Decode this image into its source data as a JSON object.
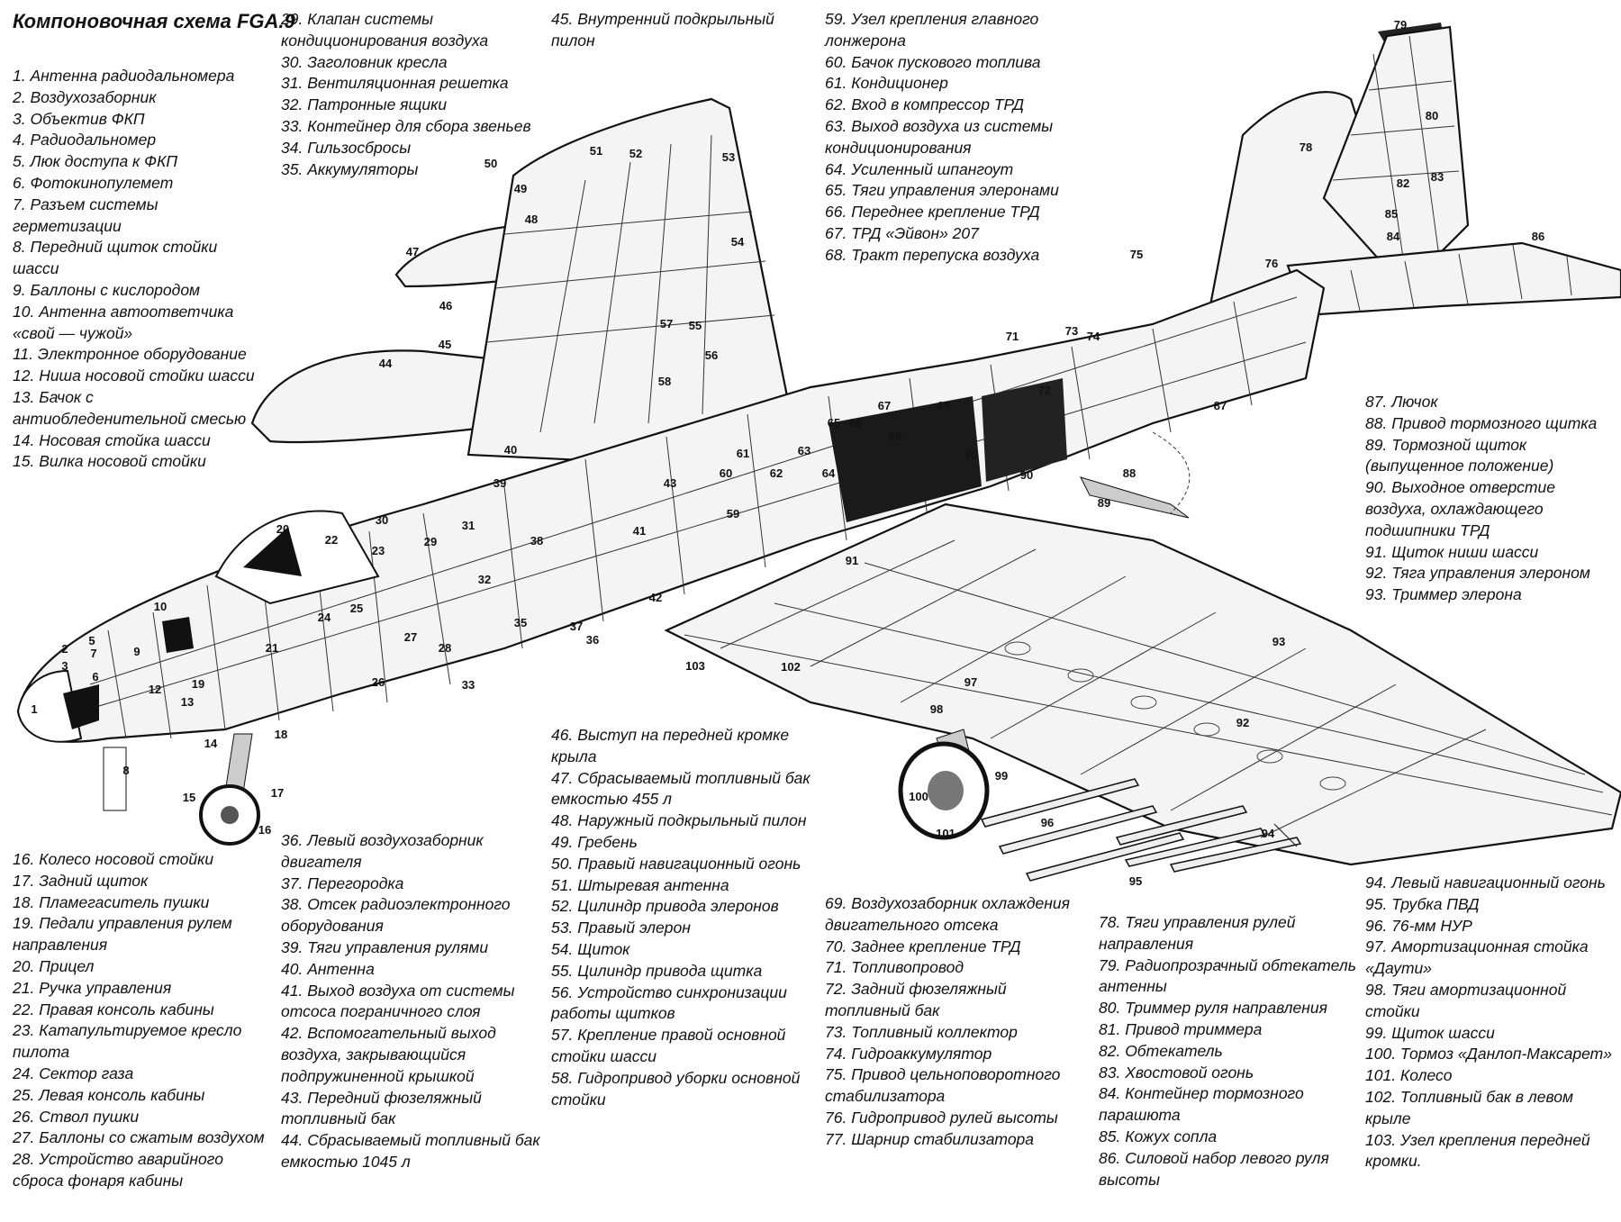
{
  "title": "Компоновочная схема FGA.9",
  "legend": [
    [
      "1. Антенна радиодальномера",
      "2. Воздухозаборник",
      "3. Объектив ФКП",
      "4. Радиодальномер",
      "5. Люк доступа к ФКП",
      "6. Фотокинопулемет",
      "7. Разъем системы герметизации",
      "8. Передний щиток стойки шасси",
      "9. Баллоны с кислородом",
      "10. Антенна автоответчика «свой — чужой»",
      "11. Электронное оборудование",
      "12. Ниша носовой стойки шасси",
      "13. Бачок с антиобледенительной смесью",
      "14. Носовая стойка шасси",
      "15. Вилка носовой стойки"
    ],
    [
      "29. Клапан системы кондиционирования воздуха",
      "30. Заголовник кресла",
      "31. Вентиляционная решетка",
      "32. Патронные ящики",
      "33. Контейнер для сбора звеньев",
      "34. Гильзосбросы",
      "35. Аккумуляторы"
    ],
    [
      "45. Внутренний подкрыльный пилон"
    ],
    [
      "59. Узел крепления главного лонжерона",
      "60. Бачок пускового топлива",
      "61. Кондиционер",
      "62. Вход в компрессор ТРД",
      "63. Выход воздуха из системы кондиционирования",
      "64. Усиленный шпангоут",
      "65. Тяги управления элеронами",
      "66. Переднее крепление ТРД",
      "67. ТРД «Эйвон» 207",
      "68. Тракт перепуска воздуха"
    ],
    [
      "87. Лючок",
      "88. Привод тормозного щитка",
      "89. Тормозной щиток (выпущенное положение)",
      "90. Выходное отверстие воздуха, охлаждающего подшипники ТРД",
      "91. Щиток ниши шасси",
      "92. Тяга управления элероном",
      "93. Триммер элерона"
    ],
    [
      "16. Колесо носовой стойки",
      "17. Задний щиток",
      "18. Пламегаситель пушки",
      "19. Педали управления рулем направления",
      "20. Прицел",
      "21. Ручка управления",
      "22. Правая консоль кабины",
      "23. Катапультируемое кресло пилота",
      "24. Сектор газа",
      "25. Левая консоль кабины",
      "26. Ствол пушки",
      "27. Баллоны со сжатым воздухом",
      "28. Устройство аварийного сброса фонаря кабины"
    ],
    [
      "36. Левый воздухозаборник двигателя",
      "37. Перегородка",
      "38. Отсек радиоэлектронного оборудования",
      "39. Тяги управления рулями",
      "40. Антенна",
      "41. Выход воздуха от системы отсоса пограничного слоя",
      "42. Вспомогательный выход воздуха, закрывающийся подпружиненной крышкой",
      "43. Передний фюзеляжный топливный бак",
      "44. Сбрасываемый топливный бак емкостью 1045 л"
    ],
    [
      "46. Выступ на передней кромке крыла",
      "47. Сбрасываемый топливный бак емкостью 455 л",
      "48. Наружный подкрыльный пилон",
      "49. Гребень",
      "50. Правый навигационный огонь",
      "51. Штыревая антенна",
      "52. Цилиндр привода элеронов",
      "53. Правый элерон",
      "54. Щиток",
      "55. Цилиндр привода щитка",
      "56. Устройство синхронизации работы щитков",
      "57. Крепление правой основной стойки шасси",
      "58. Гидропривод уборки основной стойки"
    ],
    [
      "69. Воздухозаборник охлаждения двигательного отсека",
      "70. Заднее крепление ТРД",
      "71. Топливопровод",
      "72. Задний фюзеляжный топливный бак",
      "73. Топливный коллектор",
      "74. Гидроаккумулятор",
      "75. Привод цельноповоротного стабилизатора",
      "76. Гидропривод рулей высоты",
      "77. Шарнир стабилизатора"
    ],
    [
      "78. Тяги управления рулей направления",
      "79. Радиопрозрачный обтекатель антенны",
      "80. Триммер руля направления",
      "81. Привод триммера",
      "82. Обтекатель",
      "83. Хвостовой огонь",
      "84. Контейнер тормозного парашюта",
      "85. Кожух сопла",
      "86. Силовой набор левого руля высоты"
    ],
    [
      "94. Левый навигационный огонь",
      "95. Трубка ПВД",
      "96. 76-мм НУР",
      "97. Амортизационная стойка «Даути»",
      "98. Тяги амортизационной стойки",
      "99. Щиток шасси",
      "100. Тормоз «Данлоп-Максарет»",
      "101. Колесо",
      "102. Топливный бак в левом крыле",
      "103. Узел крепления передней кромки."
    ]
  ],
  "callouts": [
    "1",
    "2",
    "3",
    "4",
    "5",
    "6",
    "7",
    "8",
    "9",
    "10",
    "11",
    "12",
    "13",
    "14",
    "15",
    "16",
    "17",
    "18",
    "19",
    "20",
    "21",
    "22",
    "23",
    "24",
    "25",
    "26",
    "27",
    "28",
    "29",
    "30",
    "31",
    "32",
    "33",
    "35",
    "36",
    "37",
    "38",
    "39",
    "40",
    "41",
    "42",
    "43",
    "44",
    "45",
    "46",
    "47",
    "48",
    "49",
    "50",
    "51",
    "52",
    "53",
    "54",
    "55",
    "56",
    "57",
    "58",
    "59",
    "60",
    "61",
    "62",
    "63",
    "64",
    "65",
    "66",
    "67",
    "68",
    "69",
    "70",
    "71",
    "72",
    "73",
    "74",
    "75",
    "76",
    "78",
    "79",
    "80",
    "82",
    "83",
    "84",
    "85",
    "86",
    "87",
    "88",
    "89",
    "90",
    "91",
    "92",
    "93",
    "94",
    "95",
    "96",
    "97",
    "98",
    "99",
    "100",
    "101",
    "102",
    "103"
  ]
}
